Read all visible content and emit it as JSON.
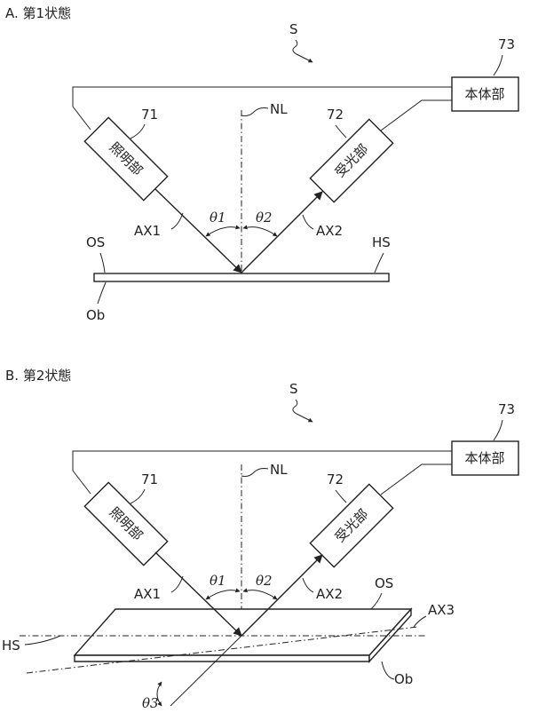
{
  "panel_a": {
    "heading": "A. 第1状態",
    "s_label": "S",
    "body_unit": {
      "ref": "73",
      "label": "本体部"
    },
    "illumination": {
      "ref": "71",
      "label": "照明部"
    },
    "receiver": {
      "ref": "72",
      "label": "受光部"
    },
    "normal_label": "NL",
    "axis1_label": "AX1",
    "axis2_label": "AX2",
    "theta1": "θ1",
    "theta2": "θ2",
    "os_label": "OS",
    "hs_label": "HS",
    "ob_label": "Ob"
  },
  "panel_b": {
    "heading": "B. 第2状態",
    "s_label": "S",
    "body_unit": {
      "ref": "73",
      "label": "本体部"
    },
    "illumination": {
      "ref": "71",
      "label": "照明部"
    },
    "receiver": {
      "ref": "72",
      "label": "受光部"
    },
    "normal_label": "NL",
    "axis1_label": "AX1",
    "axis2_label": "AX2",
    "axis3_label": "AX3",
    "theta1": "θ1",
    "theta2": "θ2",
    "theta3": "θ3",
    "os_label": "OS",
    "hs_label": "HS",
    "ob_label": "Ob"
  }
}
